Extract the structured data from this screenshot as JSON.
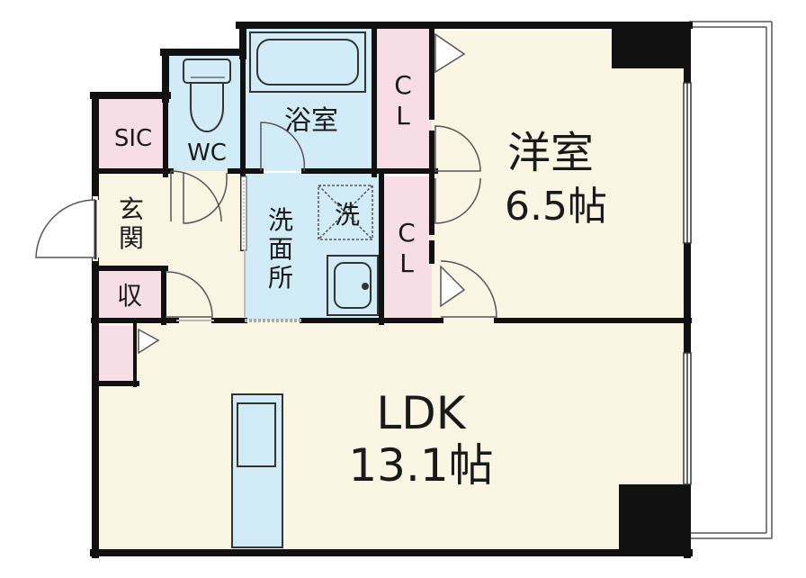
{
  "colors": {
    "living_floor": "#fbf6e3",
    "wet_area": "#d2ecf7",
    "closet": "#f6dde6",
    "wall": "#111111",
    "balcony_line": "#555555",
    "door_swing": "#555555"
  },
  "rooms": {
    "sic": "SIC",
    "wc": "WC",
    "bath": "浴室",
    "closet_upper_c": "C",
    "closet_upper_l": "L",
    "closet_lower_c": "C",
    "closet_lower_l": "L",
    "western_name": "洋室",
    "western_size": "6.5帖",
    "entrance_1": "玄",
    "entrance_2": "関",
    "washroom_1": "洗",
    "washroom_2": "面",
    "washroom_3": "所",
    "washer": "洗",
    "storage": "収",
    "ldk_name": "LDK",
    "ldk_size": "13.1帖"
  },
  "icons": [
    "toilet-icon",
    "bathtub-icon",
    "washer-pan-icon",
    "wash-basin-icon",
    "kitchen-counter-icon",
    "door-swing-icon"
  ]
}
